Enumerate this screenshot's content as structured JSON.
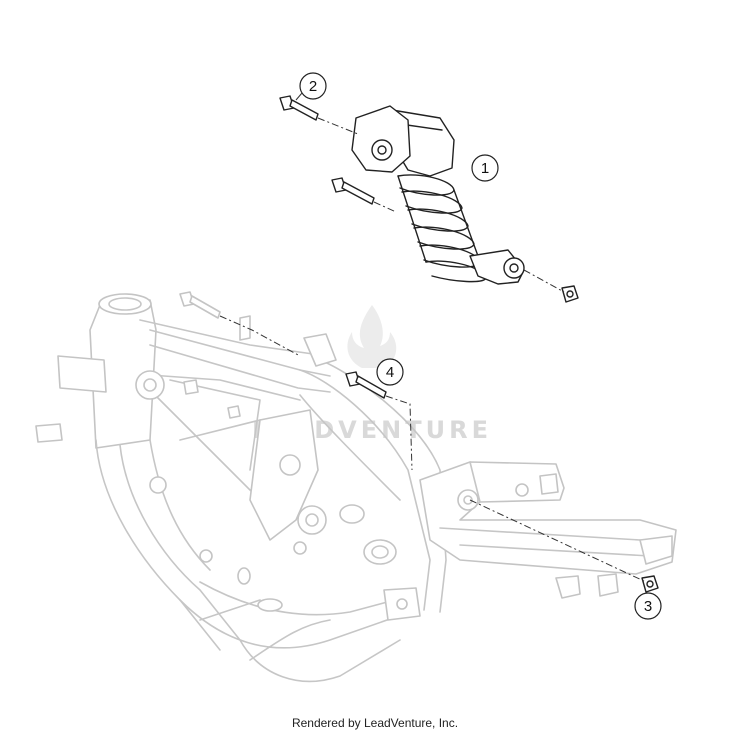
{
  "diagram": {
    "callouts": [
      {
        "id": "callout-1",
        "label": "1"
      },
      {
        "id": "callout-2",
        "label": "2"
      },
      {
        "id": "callout-3",
        "label": "3"
      },
      {
        "id": "callout-4",
        "label": "4"
      }
    ],
    "watermark": {
      "text": "LEADVENTURE"
    },
    "credit": "Rendered by LeadVenture, Inc."
  }
}
